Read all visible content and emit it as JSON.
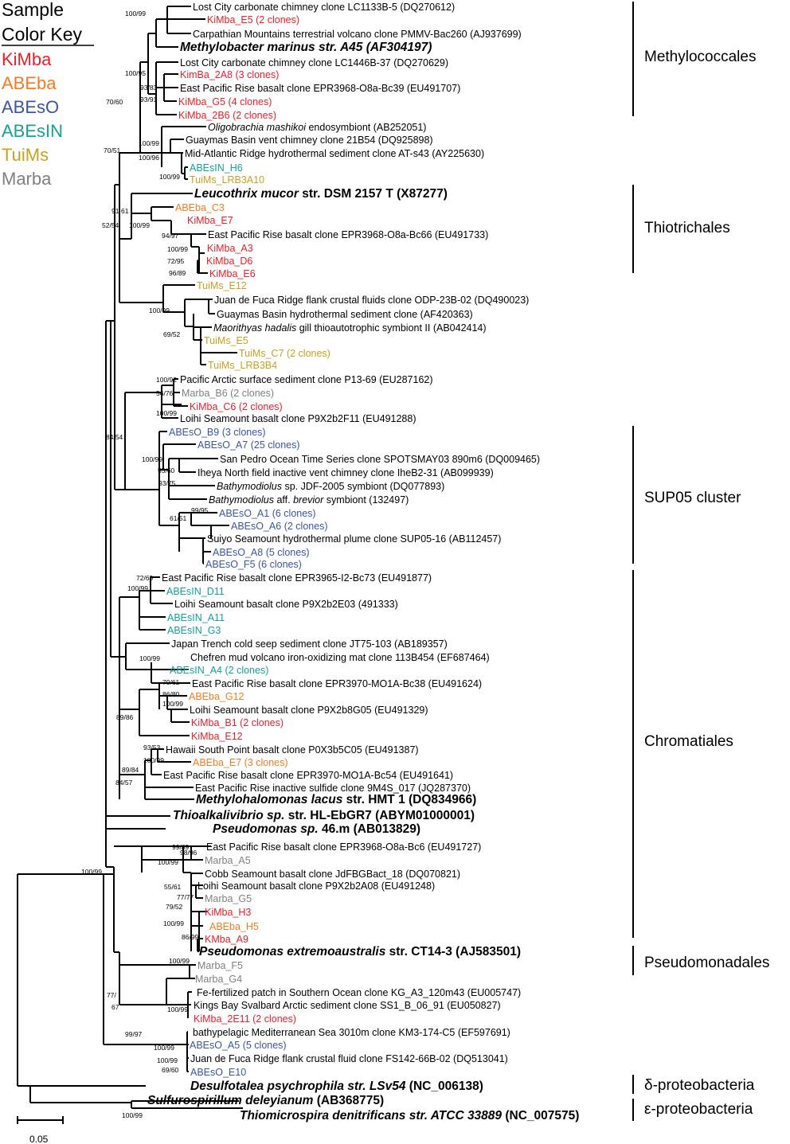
{
  "colors": {
    "KiMba": "#e8202a",
    "ABEba": "#f47a20",
    "ABEsO": "#3a55a4",
    "ABEsIN": "#13a19a",
    "TuiMs": "#c9a020",
    "Marba": "#808080",
    "default": "#000000"
  },
  "key": {
    "title1": "Sample",
    "title2": "Color Key",
    "items": [
      {
        "label": "KiMba",
        "color": "KiMba"
      },
      {
        "label": "ABEba",
        "color": "ABEba"
      },
      {
        "label": "ABEsO",
        "color": "ABEsO"
      },
      {
        "label": "ABEsIN",
        "color": "ABEsIN"
      },
      {
        "label": "TuiMs",
        "color": "TuiMs"
      },
      {
        "label": "Marba",
        "color": "Marba"
      }
    ]
  },
  "leaves": [
    {
      "label": "Lost City carbonate chimney clone LC1133B-5 (DQ270612)"
    },
    {
      "label": "KiMba_E5 (2 clones)",
      "color": "KiMba"
    },
    {
      "label": "Carpathian Mountains terrestrial volcano clone PMMV-Bac260 (AJ937699)"
    },
    {
      "label": "Methylobacter marinus str. A45 (AF304197)",
      "big": true
    },
    {
      "label": "Lost City carbonate chimney clone LC1446B-37 (DQ270629)"
    },
    {
      "label": "KimBa_2A8 (3 clones)",
      "color": "KiMba"
    },
    {
      "label": "East Pacific Rise basalt clone EPR3968-O8a-Bc39 (EU491707)"
    },
    {
      "label": "KiMba_G5 (4 clones)",
      "color": "KiMba"
    },
    {
      "label": "KiMba_2B6 (2 clones)",
      "color": "KiMba"
    },
    {
      "label": "Oligobrachia mashikoi endosymbiont (AB252051)"
    },
    {
      "label": "Guaymas Basin vent chimney clone 21B54 (DQ925898)"
    },
    {
      "label": "Mid-Atlantic Ridge hydrothermal sediment clone AT-s43 (AY225630)"
    },
    {
      "label": "ABEsIN_H6",
      "color": "ABEsIN"
    },
    {
      "label": "TuiMs_LRB3A10",
      "color": "TuiMs"
    },
    {
      "label": "Leucothrix mucor str. DSM 2157 T (X87277)",
      "big": true
    },
    {
      "label": "ABEba_C3",
      "color": "ABEba"
    },
    {
      "label": "KiMba_E7",
      "color": "KiMba"
    },
    {
      "label": "East Pacific Rise basalt clone EPR3968-O8a-Bc66 (EU491733)"
    },
    {
      "label": "KiMba_A3",
      "color": "KiMba"
    },
    {
      "label": "KiMba_D6",
      "color": "KiMba"
    },
    {
      "label": "KiMba_E6",
      "color": "KiMba"
    },
    {
      "label": "TuiMs_E12",
      "color": "TuiMs"
    },
    {
      "label": "Juan de Fuca Ridge flank crustal fluids clone ODP-23B-02 (DQ490023)"
    },
    {
      "label": "Guaymas Basin hydrothermal sediment clone (AF420363)"
    },
    {
      "label": "Maorithyas hadalis gill thioautotrophic symbiont II (AB042414)"
    },
    {
      "label": "TuiMs_E5",
      "color": "TuiMs"
    },
    {
      "label": "TuiMs_C7 (2 clones)",
      "color": "TuiMs"
    },
    {
      "label": "TuiMs_LRB3B4",
      "color": "TuiMs"
    },
    {
      "label": "Pacific Arctic surface sediment clone P13-69 (EU287162)"
    },
    {
      "label": "Marba_B6 (2 clones)",
      "color": "Marba"
    },
    {
      "label": "KiMba_C6 (2 clones)",
      "color": "KiMba"
    },
    {
      "label": "Loihi Seamount basalt clone P9X2b2F11 (EU491288)"
    },
    {
      "label": "ABEsO_B9 (3 clones)",
      "color": "ABEsO"
    },
    {
      "label": "ABEsO_A7 (25 clones)",
      "color": "ABEsO"
    },
    {
      "label": "San Pedro Ocean Time Series clone SPOTSMAY03 890m6 (DQ009465)"
    },
    {
      "label": "Iheya North field inactive vent chimney clone IheB2-31 (AB099939)"
    },
    {
      "label": "Bathymodiolus sp. JDF-2005 symbiont (DQ077893)"
    },
    {
      "label": "Bathymodiolus aff. brevior symbiont (132497)"
    },
    {
      "label": "ABEsO_A1 (6 clones)",
      "color": "ABEsO"
    },
    {
      "label": "ABEsO_A6 (2 clones)",
      "color": "ABEsO"
    },
    {
      "label": "Suiyo Seamount hydrothermal plume clone SUP05-16 (AB112457)"
    },
    {
      "label": "ABEsO_A8 (5 clones)",
      "color": "ABEsO"
    },
    {
      "label": "ABEsO_F5 (6 clones)",
      "color": "ABEsO"
    },
    {
      "label": "East Pacific Rise basalt clone EPR3965-I2-Bc73 (EU491877)"
    },
    {
      "label": "ABEsIN_D11",
      "color": "ABEsIN"
    },
    {
      "label": "Loihi Seamount basalt clone P9X2b2E03 (491333)"
    },
    {
      "label": "ABEsIN_A11",
      "color": "ABEsIN"
    },
    {
      "label": "ABEsIN_G3",
      "color": "ABEsIN"
    },
    {
      "label": "Japan Trench cold seep sediment clone JT75-103 (AB189357)"
    },
    {
      "label": "Chefren mud volcano iron-oxidizing mat clone 113B454 (EF687464)"
    },
    {
      "label": "ABEsIN_A4 (2 clones)",
      "color": "ABEsIN"
    },
    {
      "label": "East Pacific Rise basalt clone EPR3970-MO1A-Bc38 (EU491624)"
    },
    {
      "label": "ABEba_G12",
      "color": "ABEba"
    },
    {
      "label": "Loihi Seamount basalt clone P9X2b8G05 (EU491329)"
    },
    {
      "label": "KiMba_B1 (2 clones)",
      "color": "KiMba"
    },
    {
      "label": "KiMba_E12",
      "color": "KiMba"
    },
    {
      "label": "Hawaii South Point basalt clone P0X3b5C05 (EU491387)"
    },
    {
      "label": "ABEba_E7 (3 clones)",
      "color": "ABEba"
    },
    {
      "label": "East Pacific Rise basalt clone EPR3970-MO1A-Bc54 (EU491641)"
    },
    {
      "label": "East Pacific Rise inactive sulfide clone 9M4S_017 (JQ287370)"
    },
    {
      "label": "Methylohalomonas lacus str. HMT 1 (DQ834966)",
      "big": true
    },
    {
      "label": "Thioalkalivibrio sp. str. HL-EbGR7 (ABYM01000001)",
      "big": true
    },
    {
      "label": "Pseudomonas sp. 46.m (AB013829)",
      "big": true
    },
    {
      "label": "East Pacific Rise basalt clone EPR3968-O8a-Bc6 (EU491727)"
    },
    {
      "label": "Marba_A5",
      "color": "Marba"
    },
    {
      "label": "Cobb Seamount basalt clone JdFBGBact_18 (DQ070821)"
    },
    {
      "label": "Loihi Seamount basalt clone P9X2b2A08 (EU491248)"
    },
    {
      "label": "Marba_G5",
      "color": "Marba"
    },
    {
      "label": "KiMba_H3",
      "color": "KiMba"
    },
    {
      "label": "ABEba_H5",
      "color": "ABEba"
    },
    {
      "label": "KMba_A9",
      "color": "KiMba"
    },
    {
      "label": "Pseudomonas extremoaustralis str. CT14-3 (AJ583501)",
      "big": true
    },
    {
      "label": "Marba_F5",
      "color": "Marba"
    },
    {
      "label": "Marba_G4",
      "color": "Marba"
    },
    {
      "label": "Fe-fertilized patch in Southern Ocean clone KG_A3_120m43 (EU005747)"
    },
    {
      "label": "Kings Bay Svalbard Arctic sediment clone SS1_B_06_91 (EU050827)"
    },
    {
      "label": "KiMba_2E11 (2 clones)",
      "color": "KiMba"
    },
    {
      "label": "bathypelagic Mediterranean Sea 3010m clone KM3-174-C5 (EF597691)"
    },
    {
      "label": "ABEsO_A5 (5 clones)",
      "color": "ABEsO"
    },
    {
      "label": "Juan de Fuca Ridge flank crustal fluid clone FS142-66B-02 (DQ513041)"
    },
    {
      "label": "ABEsO_E10",
      "color": "ABEsO"
    },
    {
      "label": "Desulfotalea psychrophila str. LSv54 (NC_006138)",
      "big": true
    },
    {
      "label": "Sulfurospirillum deleyianum (AB368775)",
      "big": true
    },
    {
      "label": "Thiomicrospira denitrificans str. ATCC 33889 (NC_007575)",
      "big": true
    }
  ],
  "bootstrap": [
    "100/99",
    "100/95",
    "93/83",
    "93/91",
    "70/60",
    "100/99",
    "100/96",
    "100/99",
    "70/51",
    "91",
    "61",
    "52/54",
    "100/99",
    "94/97",
    "100/99",
    "72/95",
    "96/89",
    "100/99",
    "69/52",
    "100/92",
    "56/76",
    "100/99",
    "84/54",
    "100/99",
    "55/60",
    "93/75",
    "99/95",
    "61/51",
    "72/69",
    "100/99",
    "100/99",
    "79/61",
    "86/80",
    "100/99",
    "89/86",
    "93/53",
    "100/99",
    "89/84",
    "84/57",
    "99/89",
    "98/96",
    "100/99",
    "55/61",
    "77/77",
    "79/52",
    "100/99",
    "86/99",
    "100/99",
    "100/99",
    "77/",
    "67",
    "100/99",
    "100/99",
    "69/60",
    "99/97",
    "100/99",
    "100/99"
  ],
  "clades": [
    "Methylococcales",
    "Thiotrichales",
    "SUP05 cluster",
    "Chromatiales",
    "Pseudomonadales",
    "δ-proteobacteria",
    "ε-proteobacteria"
  ],
  "scale": {
    "label": "0.05"
  }
}
